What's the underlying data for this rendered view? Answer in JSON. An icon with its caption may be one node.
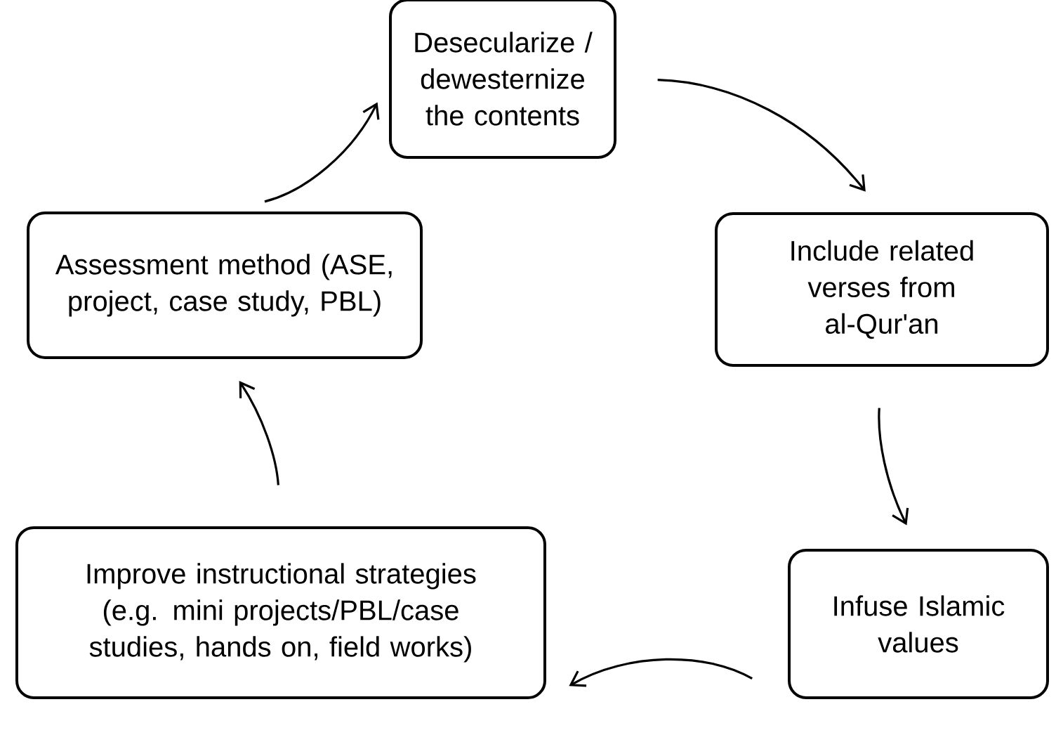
{
  "diagram": {
    "nodes": [
      {
        "text": [
          "Desecularize / dewesternize the contents"
        ]
      },
      {
        "text": [
          "Include related verses from al-Qur'an"
        ]
      },
      {
        "text": [
          "Infuse Islamic values"
        ]
      },
      {
        "text": [
          "Improve instructional strategies (e.g. mini projects/PBL/case studies, hands on, field works)"
        ]
      },
      {
        "text": [
          "Assessment method (ASE, project, case study, PBL)"
        ]
      }
    ],
    "edges": [
      {
        "from": 0,
        "to": 1,
        "arrow": "to"
      },
      {
        "from": 1,
        "to": 2,
        "arrow": "to"
      },
      {
        "from": 2,
        "to": 3,
        "arrow": "to"
      },
      {
        "from": 3,
        "to": 4,
        "arrow": "to"
      },
      {
        "from": 4,
        "to": 0,
        "arrow": "to"
      }
    ]
  }
}
